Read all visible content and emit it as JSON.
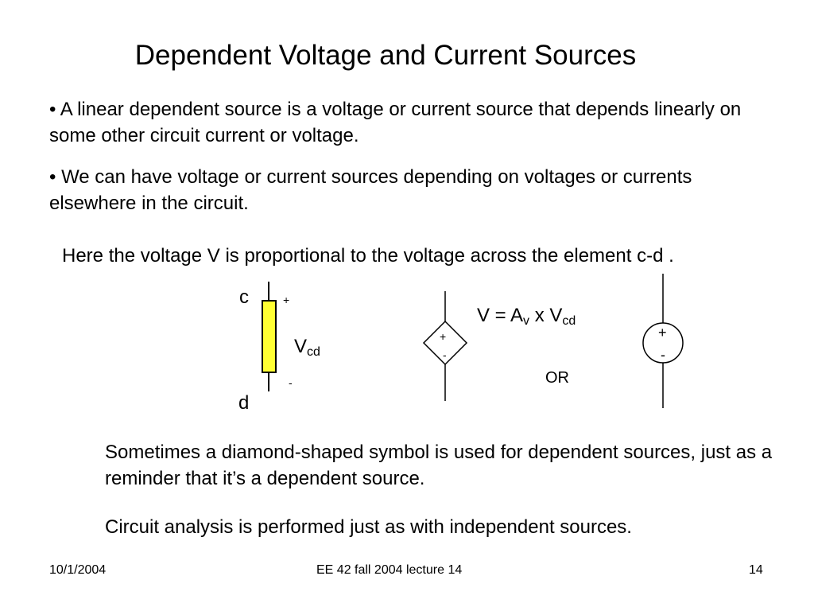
{
  "slide": {
    "title": "Dependent Voltage and Current Sources",
    "bullets": [
      "• A linear dependent source is a voltage or current source that depends linearly on some other circuit current or voltage.",
      "• We can have voltage or current sources depending on voltages or currents elsewhere in the circuit."
    ],
    "intro": "Here the voltage V is proportional to the voltage across the element c-d ."
  },
  "diagram": {
    "element": {
      "node_top": "c",
      "node_bottom": "d",
      "plus": "+",
      "minus": "-",
      "voltage_main": "V",
      "voltage_sub": "cd"
    },
    "equation": {
      "lhs": "V = A",
      "gain_sub": "v",
      "times": " x V",
      "var_sub": "cd"
    },
    "diamond_source": {
      "plus": "+",
      "minus": "-"
    },
    "or_label": "OR",
    "circle_source": {
      "plus": "+",
      "minus": "-"
    },
    "colors": {
      "element_fill": "#FFFF33",
      "stroke": "#000000"
    }
  },
  "notes": [
    "Sometimes a diamond-shaped symbol is used for dependent sources, just as a reminder that it’s a dependent source.",
    "Circuit analysis is performed just as with independent sources."
  ],
  "footer": {
    "date": "10/1/2004",
    "course": "EE 42 fall 2004 lecture 14",
    "page": "14"
  }
}
